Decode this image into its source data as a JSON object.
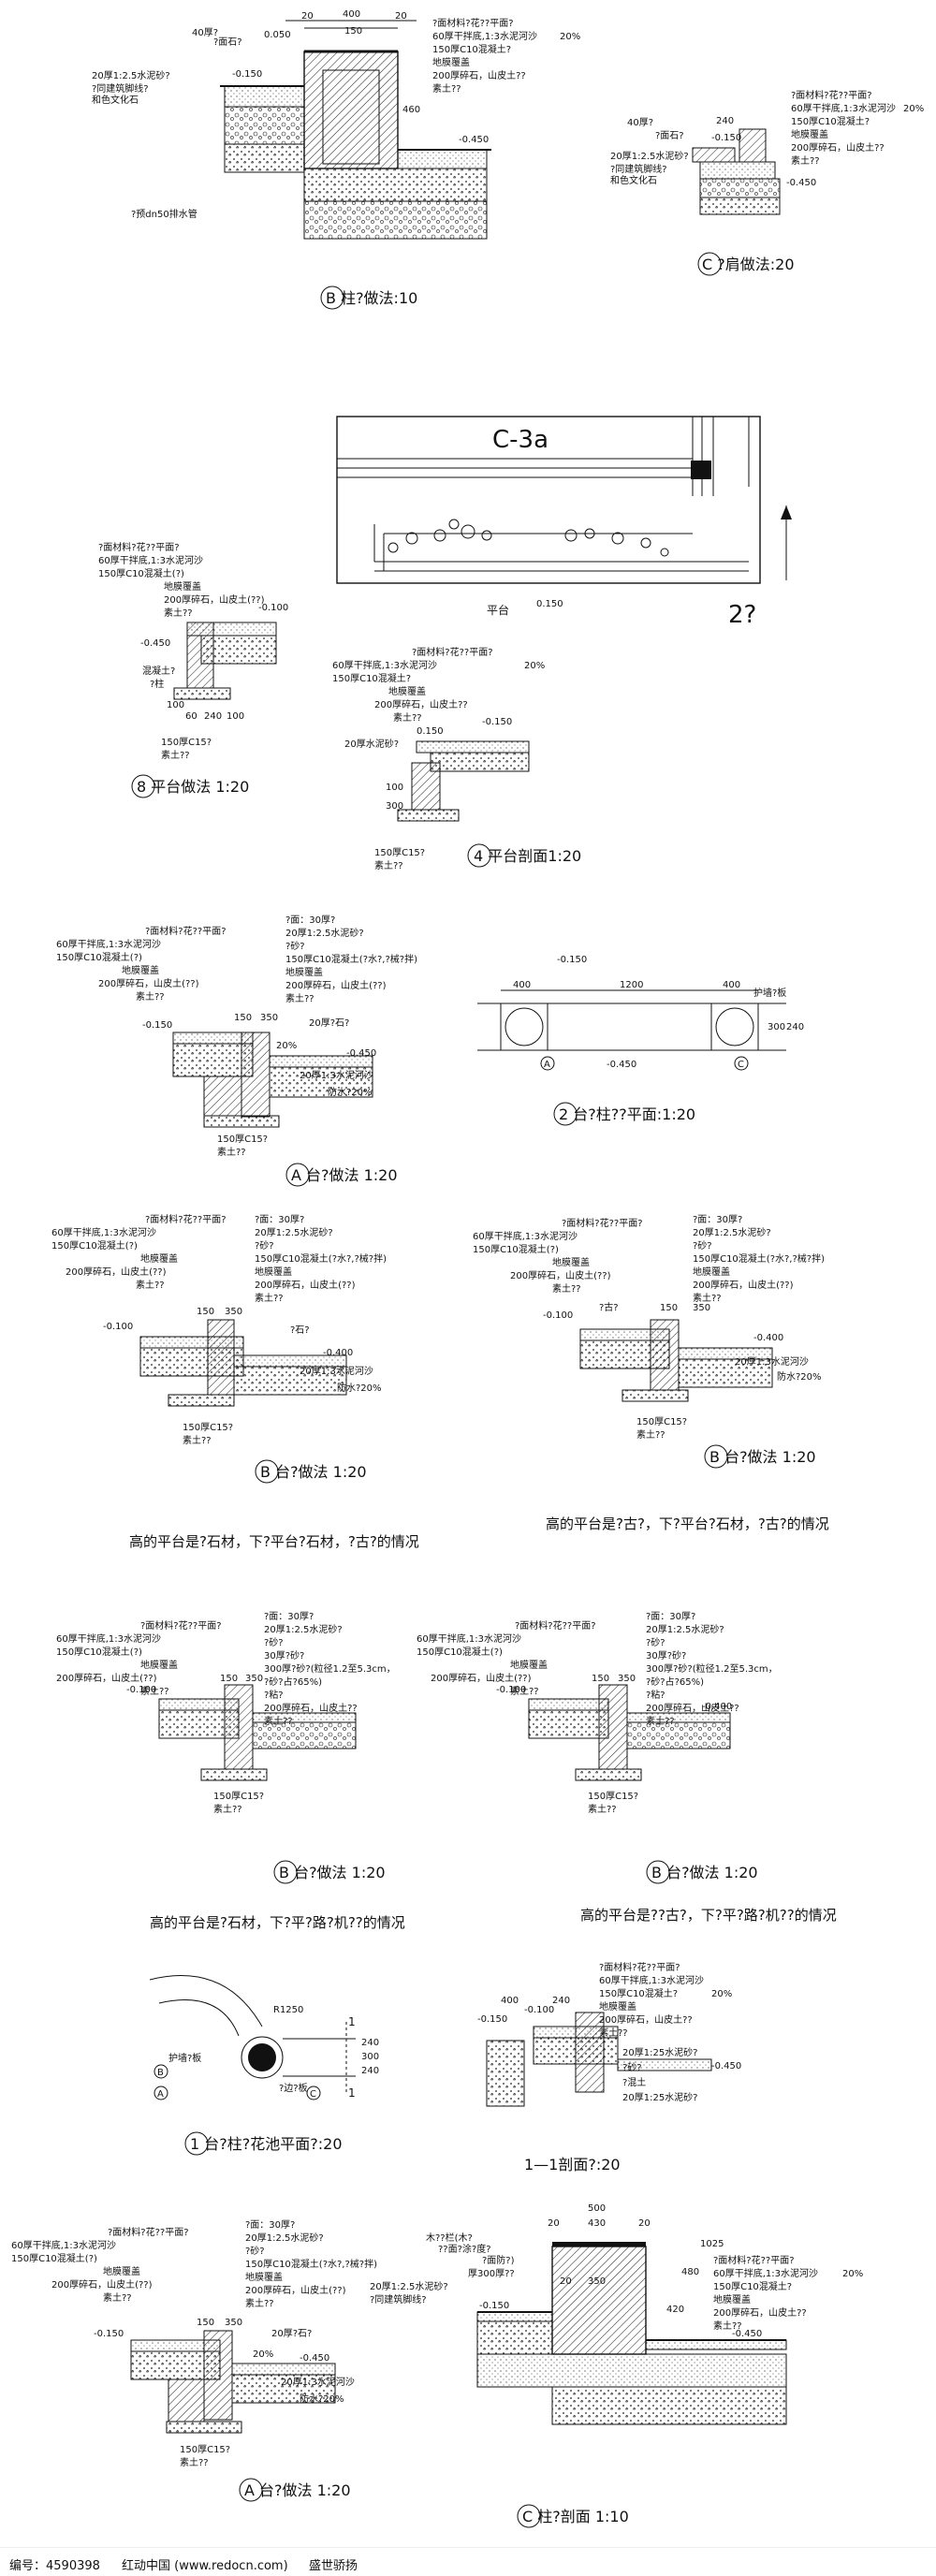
{
  "details": {
    "d1": {
      "title": "B 柱?做法:10",
      "dims": [
        "20",
        "400",
        "20",
        "0.050",
        "150",
        "40"
      ],
      "elev": [
        "-0.150",
        "-0.450",
        "460"
      ],
      "layers": [
        "?面材料?花??平面?",
        "60厚干拌底,1:3水泥河沙",
        "150厚C10混凝土?",
        "地膜覆盖",
        "200厚碎石，山皮土??",
        "素土??"
      ],
      "side": [
        "40厚?",
        "?面石?",
        "20厚1:2.5水泥砂?",
        "?同建筑脚线?",
        "和色文化石",
        "?预dn50排水管"
      ],
      "right": [
        "20%"
      ]
    },
    "d2": {
      "title": "C ?肩做法:20",
      "dims": [
        "240",
        "40厚?",
        "?面石?"
      ],
      "elev": [
        "-0.150",
        "-0.450"
      ],
      "layers": [
        "?面材料?花??平面?",
        "60厚干拌底,1:3水泥河沙",
        "150厚C10混凝土?",
        "地膜覆盖",
        "200厚碎石，山皮土??",
        "素土??"
      ],
      "side": [
        "20厚1:2.5水泥砂?",
        "?同建筑脚线?",
        "和色文化石"
      ],
      "right": [
        "20%"
      ]
    },
    "plan": {
      "label": "C-3a",
      "platform": "平台",
      "elev": "0.150",
      "section": "2?"
    },
    "d3": {
      "title": "8 平台做法 1:20",
      "layers": [
        "?面材料?花??平面?",
        "60厚干拌底,1:3水泥河沙",
        "150厚C10混凝土(?)",
        "地膜覆盖",
        "200厚碎石，山皮土(??)",
        "素土??"
      ],
      "elev": [
        "-0.100",
        "-0.450"
      ],
      "side": [
        "混凝土?",
        "?柱",
        "100",
        "60",
        "240",
        "100",
        "150厚C15?",
        "素土??"
      ]
    },
    "d4": {
      "title": "4 平台剖面1:20",
      "layers": [
        "?面材料?花??平面?",
        "60厚干拌底,1:3水泥河沙",
        "150厚C10混凝土?",
        "地膜覆盖",
        "200厚碎石，山皮土??",
        "素土??"
      ],
      "elev": [
        "-0.150",
        "0.150"
      ],
      "side": [
        "20厚水泥砂?",
        "100",
        "300",
        "150厚C15?",
        "素土??"
      ],
      "right": [
        "20%"
      ]
    },
    "d5": {
      "title": "A 台?做法 1:20",
      "layers": [
        "?面材料?花??平面?",
        "60厚干拌底,1:3水泥河沙",
        "150厚C10混凝土(?)",
        "地膜覆盖",
        "200厚碎石，山皮土(??)",
        "素土??"
      ],
      "right_layers": [
        "?面：30厚?",
        "20厚1:2.5水泥砂?",
        "?砂?",
        "150厚C10混凝土(?水?,?械?拌)",
        "地膜覆盖",
        "200厚碎石，山皮土(??)",
        "素土??"
      ],
      "elev": [
        "-0.150",
        "-0.450"
      ],
      "side": [
        "150",
        "350",
        "20厚?石?",
        "20%",
        "20厚1:3水泥河沙",
        "防水?20%",
        "150厚C15?",
        "素土??"
      ]
    },
    "d6": {
      "title": "2 台?柱??平面:1:20",
      "dims": [
        "400",
        "1200",
        "400",
        "300",
        "240"
      ],
      "elev": [
        "-0.150",
        "-0.450"
      ],
      "labels": [
        "A",
        "C",
        "护墙?板"
      ]
    },
    "d7": {
      "title": "B 台?做法 1:20",
      "note": "高的平台是?石材，下?平台?石材，?古?的情况",
      "layers": [
        "?面材料?花??平面?",
        "60厚干拌底,1:3水泥河沙",
        "150厚C10混凝土(?)",
        "地膜覆盖",
        "200厚碎石，山皮土(??)",
        "素土??"
      ],
      "right_layers": [
        "?面：30厚?",
        "20厚1:2.5水泥砂?",
        "?砂?",
        "150厚C10混凝土(?水?,?械?拌)",
        "地膜覆盖",
        "200厚碎石，山皮土(??)",
        "素土??"
      ],
      "elev": [
        "-0.100",
        "-0.400"
      ],
      "side": [
        "150",
        "350",
        "?石?",
        "20厚1:3水泥河沙",
        "防水?20%",
        "150厚C15?",
        "素土??"
      ]
    },
    "d8": {
      "title": "B 台?做法 1:20",
      "note": "高的平台是?古?，下?平台?石材，?古?的情况",
      "layers": [
        "?面材料?花??平面?",
        "60厚干拌底,1:3水泥河沙",
        "150厚C10混凝土(?)",
        "地膜覆盖",
        "200厚碎石，山皮土(??)",
        "素土??"
      ],
      "right_layers": [
        "?面：30厚?",
        "20厚1:2.5水泥砂?",
        "?砂?",
        "150厚C10混凝土(?水?,?械?拌)",
        "地膜覆盖",
        "200厚碎石，山皮土(??)",
        "素土??"
      ],
      "elev": [
        "-0.100",
        "-0.400"
      ],
      "side": [
        "?古?",
        "150",
        "350",
        "20厚1:3水泥河沙",
        "防水?20%",
        "150厚C15?",
        "素土??"
      ]
    },
    "d9": {
      "title": "B 台?做法 1:20",
      "note": "高的平台是?石材，下?平?路?机??的情况",
      "layers": [
        "?面材料?花??平面?",
        "60厚干拌底,1:3水泥河沙",
        "150厚C10混凝土(?)",
        "地膜覆盖",
        "200厚碎石，山皮土(??)",
        "素土??"
      ],
      "right_layers": [
        "?面：30厚?",
        "20厚1:2.5水泥砂?",
        "?砂?",
        "30厚?砂?",
        "300厚?砂?(粒径1.2至5.3cm，",
        "?砂?占?65%)",
        "?粘?",
        "200厚碎石，山皮土??",
        "素土??"
      ],
      "elev": [
        "-0.100"
      ],
      "side": [
        "150",
        "350",
        "150厚C15?",
        "素土??"
      ]
    },
    "d10": {
      "title": "B 台?做法 1:20",
      "note": "高的平台是??古?，下?平?路?机??的情况",
      "layers": [
        "?面材料?花??平面?",
        "60厚干拌底,1:3水泥河沙",
        "150厚C10混凝土(?)",
        "地膜覆盖",
        "200厚碎石，山皮土(??)",
        "素土??"
      ],
      "right_layers": [
        "?面：30厚?",
        "20厚1:2.5水泥砂?",
        "?砂?",
        "30厚?砂?",
        "300厚?砂?(粒径1.2至5.3cm，",
        "?砂?占?65%)",
        "?粘?",
        "200厚碎石，山皮土??",
        "素土??"
      ],
      "elev": [
        "-0.100",
        "-0.400"
      ],
      "side": [
        "150",
        "350",
        "150厚C15?",
        "素土??"
      ]
    },
    "d11": {
      "title": "1 台?柱?花池平面?:20",
      "labels": [
        "B",
        "A",
        "C",
        "1",
        "1",
        "R1250",
        "240",
        "300",
        "240",
        "护墙?板",
        "?边?板"
      ]
    },
    "d12": {
      "title": "1—1剖面?:20",
      "dims": [
        "400",
        "240",
        "?",
        "-0.150",
        "-0.100"
      ],
      "layers": [
        "?面材料?花??平面?",
        "60厚干拌底,1:3水泥河沙",
        "150厚C10混凝土?",
        "地膜覆盖",
        "200厚碎石，山皮土??",
        "素土??"
      ],
      "side": [
        "20厚1:25水泥砂?",
        "?砂?",
        "?混土",
        "20厚1:25水泥砂?"
      ],
      "elev": [
        "-0.450"
      ],
      "right": [
        "20%"
      ]
    },
    "d13": {
      "title": "A 台?做法 1:20",
      "layers": [
        "?面材料?花??平面?",
        "60厚干拌底,1:3水泥河沙",
        "150厚C10混凝土(?)",
        "地膜覆盖",
        "200厚碎石，山皮土(??)",
        "素土??"
      ],
      "right_layers": [
        "?面：30厚?",
        "20厚1:2.5水泥砂?",
        "?砂?",
        "150厚C10混凝土(?水?,?械?拌)",
        "地膜覆盖",
        "200厚碎石，山皮土(??)",
        "素土??"
      ],
      "elev": [
        "-0.150",
        "-0.450"
      ],
      "side": [
        "150",
        "350",
        "20厚?石?",
        "20%",
        "20厚1:3水泥河沙",
        "防水?20%",
        "150厚C15?",
        "素土??"
      ]
    },
    "d14": {
      "title": "C 柱?剖面 1:10",
      "dims": [
        "500",
        "430",
        "20",
        "20",
        "350",
        "20",
        "420",
        "480",
        "1025"
      ],
      "layers": [
        "?面材料?花??平面?",
        "60厚干拌底,1:3水泥河沙",
        "150厚C10混凝土?",
        "地膜覆盖",
        "200厚碎石，山皮土??",
        "素土??"
      ],
      "side": [
        "木??栏(木?",
        "??面?涂?度?",
        "?面防?)",
        "厚300厚??",
        "20厚1:2.5水泥砂?",
        "?同建筑脚线?"
      ],
      "elev": [
        "-0.150",
        "-0.450"
      ],
      "right": [
        "20%"
      ]
    }
  },
  "footer": {
    "id": "编号：4590398",
    "site": "红动中国 (www.redocn.com)",
    "author": "盛世骄扬"
  }
}
